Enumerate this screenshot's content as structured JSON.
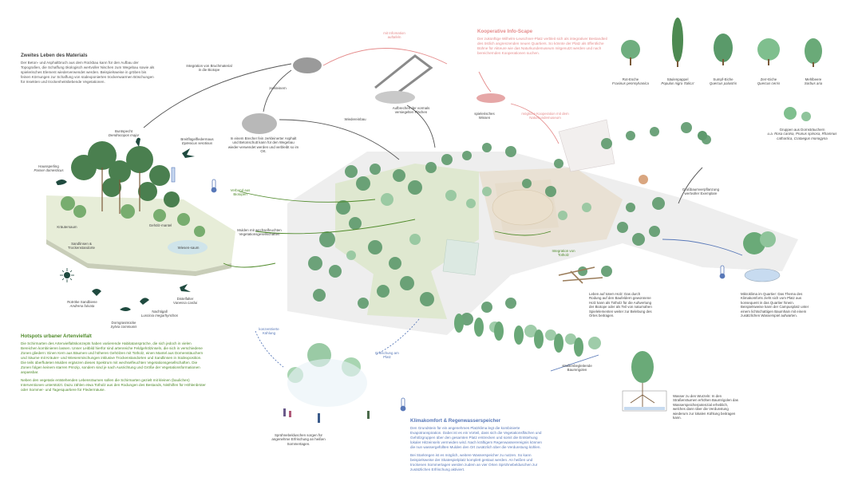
{
  "materials": {
    "title": "Zweites Leben des Materials",
    "body": "Der Beton- und Asphaltbruch aus dem Rückbau kann für den Aufbau der Topografien, die Schaffung ökologisch wertvoller Nischen zum Wegebau sowie als spielerisches Element wiederverwendet werden. Beispielsweise in gröben bis feinen Körnungen zur Schaffung von südexponierten trockenwarmen Böschungen für Insekten und trockenheitsliebende Vegetationen."
  },
  "hotspots": {
    "title": "Hotspots urbaner Artenvielfalt",
    "body1": "Die Schirmarten des Artenvielfaltskonzepts haben variierende Habitatansprüche, die sich jedoch in vielen Bereichen kombinieren lassen. Unser Leitbild hierfür sind artenreiche Feldgehölzinseln, die sich in verschiedene Zonen gliedern: Einen Kern aus Bäumen und höheren Gehölzen mit Totholz, einen Mantel aus Dornenstäuchern und Säume mit Kräuter- und Wiesenmischungen inklusive Trockenstandorten und Sandlinsen in Südexposition. Die teils überfluteten Mulden ergänzen dieses Spektrum mit wechselfeuchten Vegetationsgesellschaften. Die Zonen folgen keinem starren Prinzip, sondern sind je nach Ausrichtung und Größe der Vegetationsformationen anpassbar.",
    "body2": "Neben den vegetativ entstehenden Lebensräumen sollen die Schirmarten gezielt mit kleinen (baulichen) Interventionen unterstützt. Dazu zählen etwa Totholz aus den Rodungen des Bestands, Nisthilfen für Höhlenbrüter oder Sommer- und Tagesquartiere für Fledermäuse."
  },
  "infoscape": {
    "title": "Kooperative Info-Scape",
    "body": "Der zukünftige Wilhelm-Leuschner-Platz verbleit sich als integrativer Bestandteil des östlich angrenzenden neuen Quartiers. So könnte der Platz als öffentliche Bühne für Akteure wie das Naturkundemuseum mitgenutzt werden und nach bereichernden Kooperationen suchen."
  },
  "climate": {
    "title": "Klimakomfort & Regenwasserspeicher",
    "body1": "Den Grundstein für ein angenehmes Platzklima legt die kombinierte Evapotranspiration. Dabei ist es ein Vorteil, dass sich die Vegetationsflächen und Gehölzgruppen über den gesamten Platz erstrecken und somit die Entstehung lokaler Hitzeinseln vermeiden wird. Nach kräftigem Regenwasserereignis können die nun wassergefüllten Mulden den Ort zusätzlich über die Verdunstung kühlen.",
    "body2": "Bei Starkregen ist es möglich, weitere Wasserspeicher zu nutzen. So kann beispielsweise der Skatespielplatz komplett gestaut werden. An heißen und trockenen Sommertagen werden zudem an vier Orten Sprühnebelduschen zur zusätzlichen Erfrischung aktiviert."
  },
  "trees": [
    {
      "name": "Rot-Esche",
      "latin": "Fraxinus pennsylvanica",
      "color": "#6fae7f"
    },
    {
      "name": "Säulenpappel",
      "latin": "Populus nigra 'Italica'",
      "color": "#4d8a52"
    },
    {
      "name": "Sumpf-Eiche",
      "latin": "Quercus palustris",
      "color": "#5a9a6a"
    },
    {
      "name": "Zerr-Eiche",
      "latin": "Quercus cerris",
      "color": "#7fbf8e"
    },
    {
      "name": "Mehlbeere",
      "latin": "Sorbus aria",
      "color": "#6aaa78"
    }
  ],
  "shrubs": {
    "title": "Gruppen aus Dornsträuchern",
    "latin": "u.a. Rosa canina, Prunus spinosa, Rhamnus cathartica, Crataegus monogyna"
  },
  "species": [
    {
      "name": "Buntspecht",
      "latin": "Dendrocopos major"
    },
    {
      "name": "Breitflügelfledermaus",
      "latin": "Eptesicus serotinus"
    },
    {
      "name": "Haussperling",
      "latin": "Passer domesticus"
    },
    {
      "name": "Kräutersaum",
      "latin": ""
    },
    {
      "name": "Sandlinsen & Trockenstandorte",
      "latin": ""
    },
    {
      "name": "Gehölz-mantel",
      "latin": ""
    },
    {
      "name": "Wiesen-saum",
      "latin": ""
    },
    {
      "name": "Rotröke Sandbiene",
      "latin": "Andrena fulvata"
    },
    {
      "name": "Dorngrasmücke",
      "latin": "Sylvia communis"
    },
    {
      "name": "Nachtigall",
      "latin": "Luscinia megarhynchos"
    },
    {
      "name": "Distelfalter",
      "latin": "Vanessa cardui"
    }
  ],
  "labels": {
    "integration_rubble": "Integration von Bruchmaterial in die Biotope",
    "crushed": "zerkleinern",
    "road_construction": "Wiedereinbau",
    "crusher_text": "In einem Brecher fein zerkleinerter Asphalt und Betonschutt kann für den Wegebau wieder-verwendet werden und verbleibt so im Ort.",
    "breakup": "Aufbrechen der vormals versiegelten Flächen",
    "info_show": "mit Infomation auftafeln",
    "cooperation": "mögliche Kooperation mit dem Naturkundemuseum",
    "playful": "spielerisches Wissen",
    "biotope_link": "Verbund aus Biotopen",
    "hollows": "Mulden mit wechselfeuchten Vegetationsgesellschaften",
    "deadwood_int": "Integration von Totholz",
    "deadwood_text": "Leben auf totem Holz: Das durch Rodung auf den Baufeldern gewonnene Holz kann als Totholz für die Aufwertung der Biotope oder als Teil von naturnahen Spielelementen weiter zur Belebung des Ortes beitragen.",
    "large_tree": "Großbaumverpflanzung wertvoller Exemplare",
    "microclimate": "Mikroklima im Quartier: Das Thema des Klimakomforts zieht sich vom Platz aus konsequent in das Quartier hinein. Beispielsweise kann der Campusplatz unter einem lichtschattigen Baumhain mit einem zusätzlichen Wasserspiel aufwarten.",
    "cooling": "konzentrierte Kühlung",
    "refresh": "Erfrischung am Platz",
    "street_trees": "straßenbegleitende Baumrigolen",
    "water_roots": "Wasser zu den Wurzeln: In den Straßenräumen erhöhen Baumrigolen das Wasserspeicherpotenzial erheblich, welches dann über die Verdunstung wiederum zur lokalen Kühlung beitragen kann.",
    "mist": "Sprühnebelduschen sorgen für angenehme Erfrischung an heißen Sommertagen."
  }
}
